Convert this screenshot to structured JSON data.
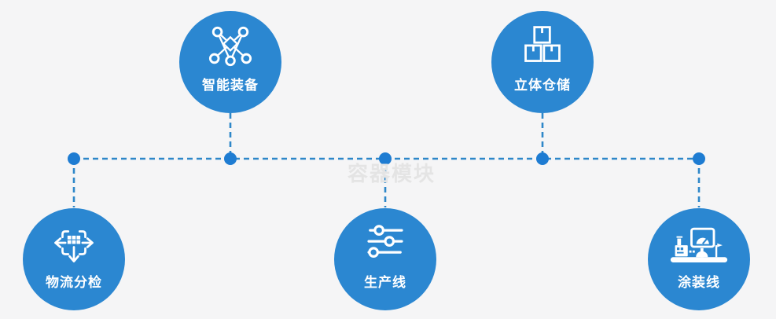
{
  "watermark": "容器模块",
  "colors": {
    "background": "#f5f5f6",
    "node_fill": "#2b87d1",
    "connector_line": "#2e87c9",
    "connector_dot": "#1e7cd2",
    "icon_color": "#ffffff",
    "label_text": "#ffffff",
    "watermark_text": "#e4e4e4"
  },
  "nodes": [
    {
      "label": "智能装备",
      "icon": "network-nodes-icon",
      "row": "top"
    },
    {
      "label": "立体仓储",
      "icon": "stacked-boxes-icon",
      "row": "top"
    },
    {
      "label": "物流分检",
      "icon": "sorting-distribution-icon",
      "row": "bottom"
    },
    {
      "label": "生产线",
      "icon": "sliders-icon",
      "row": "bottom"
    },
    {
      "label": "涂装线",
      "icon": "coating-station-icon",
      "row": "bottom"
    }
  ]
}
